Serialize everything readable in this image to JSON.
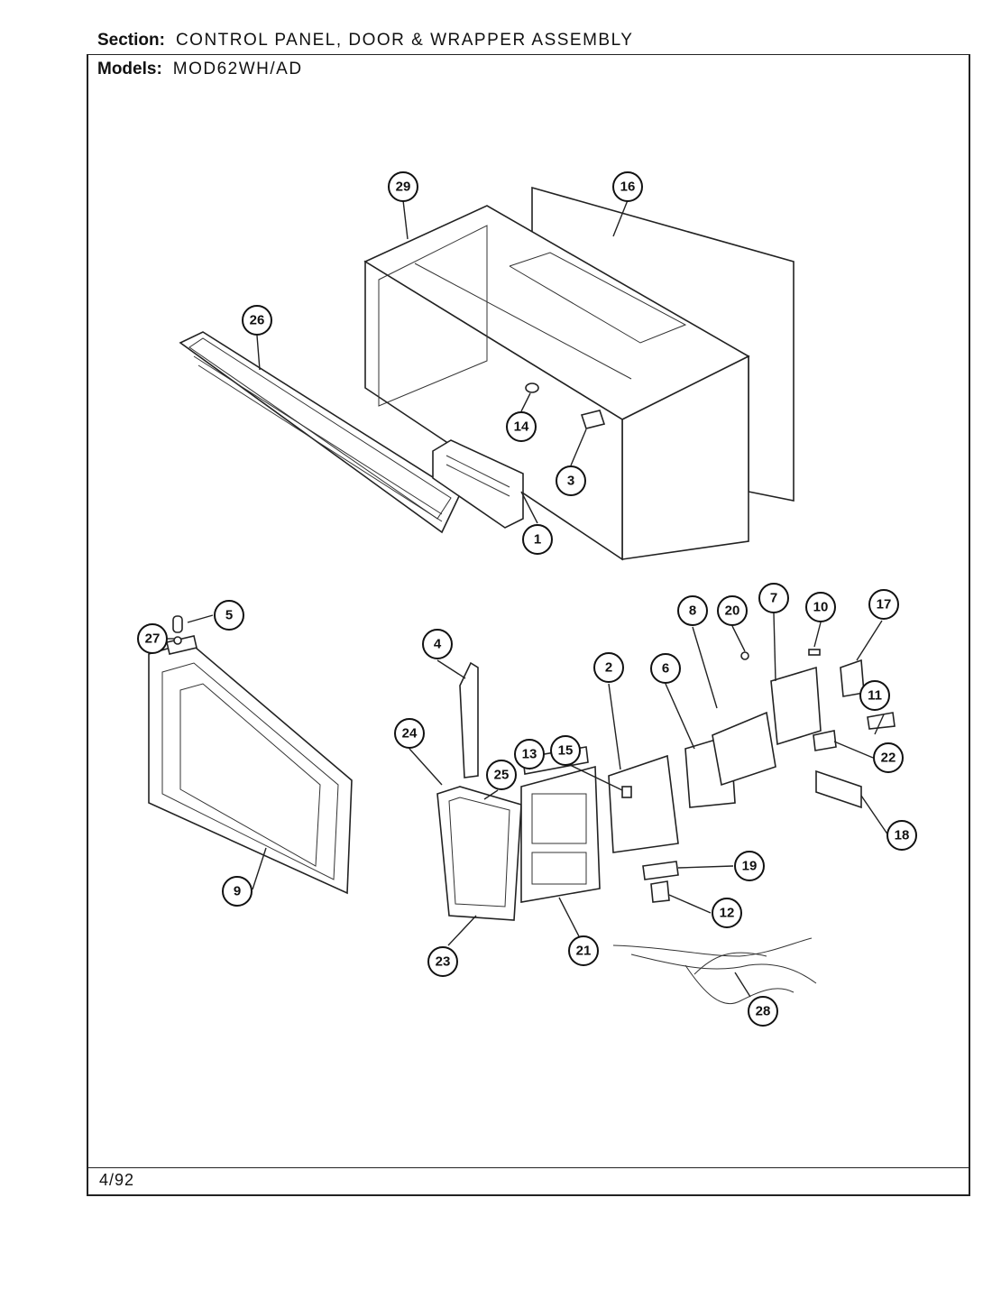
{
  "header": {
    "section_label": "Section:",
    "section_value": "CONTROL PANEL, DOOR & WRAPPER ASSEMBLY",
    "models_label": "Models:",
    "models_value": "MOD62WH/AD"
  },
  "footer": {
    "date": "4/92"
  },
  "callouts": [
    "29",
    "16",
    "26",
    "14",
    "3",
    "1",
    "5",
    "27",
    "4",
    "2",
    "13",
    "15",
    "24",
    "25",
    "6",
    "8",
    "20",
    "7",
    "10",
    "17",
    "11",
    "22",
    "18",
    "9",
    "19",
    "12",
    "23",
    "21",
    "28"
  ]
}
